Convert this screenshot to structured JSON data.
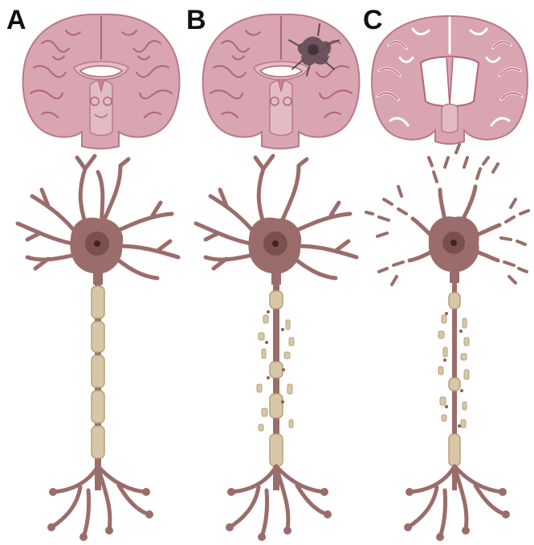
{
  "panels": [
    {
      "label": "A"
    },
    {
      "label": "B"
    },
    {
      "label": "C"
    }
  ],
  "colors": {
    "brain_fill": "#d9a5b0",
    "brain_outline": "#b97a88",
    "brain_sulcus": "#b26577",
    "brain_inner": "#e2bcc4",
    "ventricle": "#ffffff",
    "lesion": "#4a3840",
    "neuron_fill": "#9b6d6a",
    "neuron_dark": "#7a5250",
    "nucleus": "#7d4f4c",
    "nucleolus": "#3d2422",
    "myelin_fill": "#d8c7a6",
    "myelin_outline": "#b5a07a",
    "debris": "#8a5e5b"
  },
  "icons": [
    "brain-coronal-normal",
    "brain-coronal-lesion",
    "brain-coronal-atrophy",
    "neuron-healthy",
    "neuron-demyelinated",
    "neuron-degenerated"
  ]
}
